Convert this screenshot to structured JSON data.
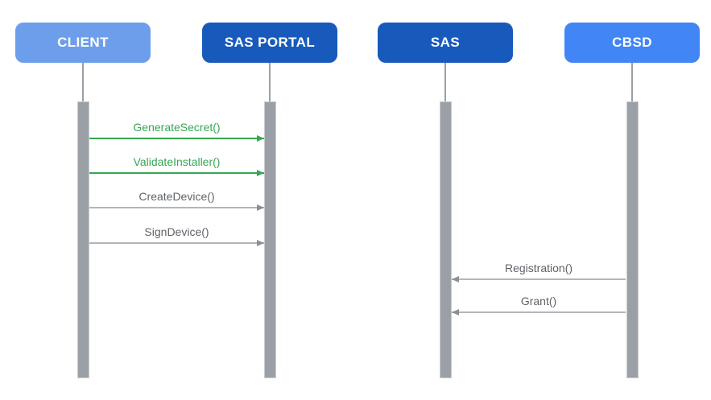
{
  "diagram": {
    "type": "sequence-diagram",
    "background_color": "#ffffff",
    "actors": [
      {
        "id": "client",
        "label": "CLIENT",
        "color": "#6D9EEB",
        "text_color": "#ffffff"
      },
      {
        "id": "sas-portal",
        "label": "SAS PORTAL",
        "color": "#185ABC",
        "text_color": "#ffffff"
      },
      {
        "id": "sas",
        "label": "SAS",
        "color": "#185ABC",
        "text_color": "#ffffff"
      },
      {
        "id": "cbsd",
        "label": "CBSD",
        "color": "#4285F4",
        "text_color": "#ffffff"
      }
    ],
    "lifeline_color": "#9AA0A6",
    "activation_bar_color": "#9AA0A6",
    "messages": [
      {
        "label": "GenerateSecret()",
        "from": "CLIENT",
        "to": "SAS PORTAL",
        "direction": "right",
        "color": "#34A853"
      },
      {
        "label": "ValidateInstaller()",
        "from": "CLIENT",
        "to": "SAS PORTAL",
        "direction": "right",
        "color": "#34A853"
      },
      {
        "label": "CreateDevice()",
        "from": "CLIENT",
        "to": "SAS PORTAL",
        "direction": "right",
        "color": "#5F6368"
      },
      {
        "label": "SignDevice()",
        "from": "CLIENT",
        "to": "SAS PORTAL",
        "direction": "right",
        "color": "#5F6368"
      },
      {
        "label": "Registration()",
        "from": "CBSD",
        "to": "SAS",
        "direction": "left",
        "color": "#5F6368"
      },
      {
        "label": "Grant()",
        "from": "CBSD",
        "to": "SAS",
        "direction": "left",
        "color": "#5F6368"
      }
    ]
  }
}
